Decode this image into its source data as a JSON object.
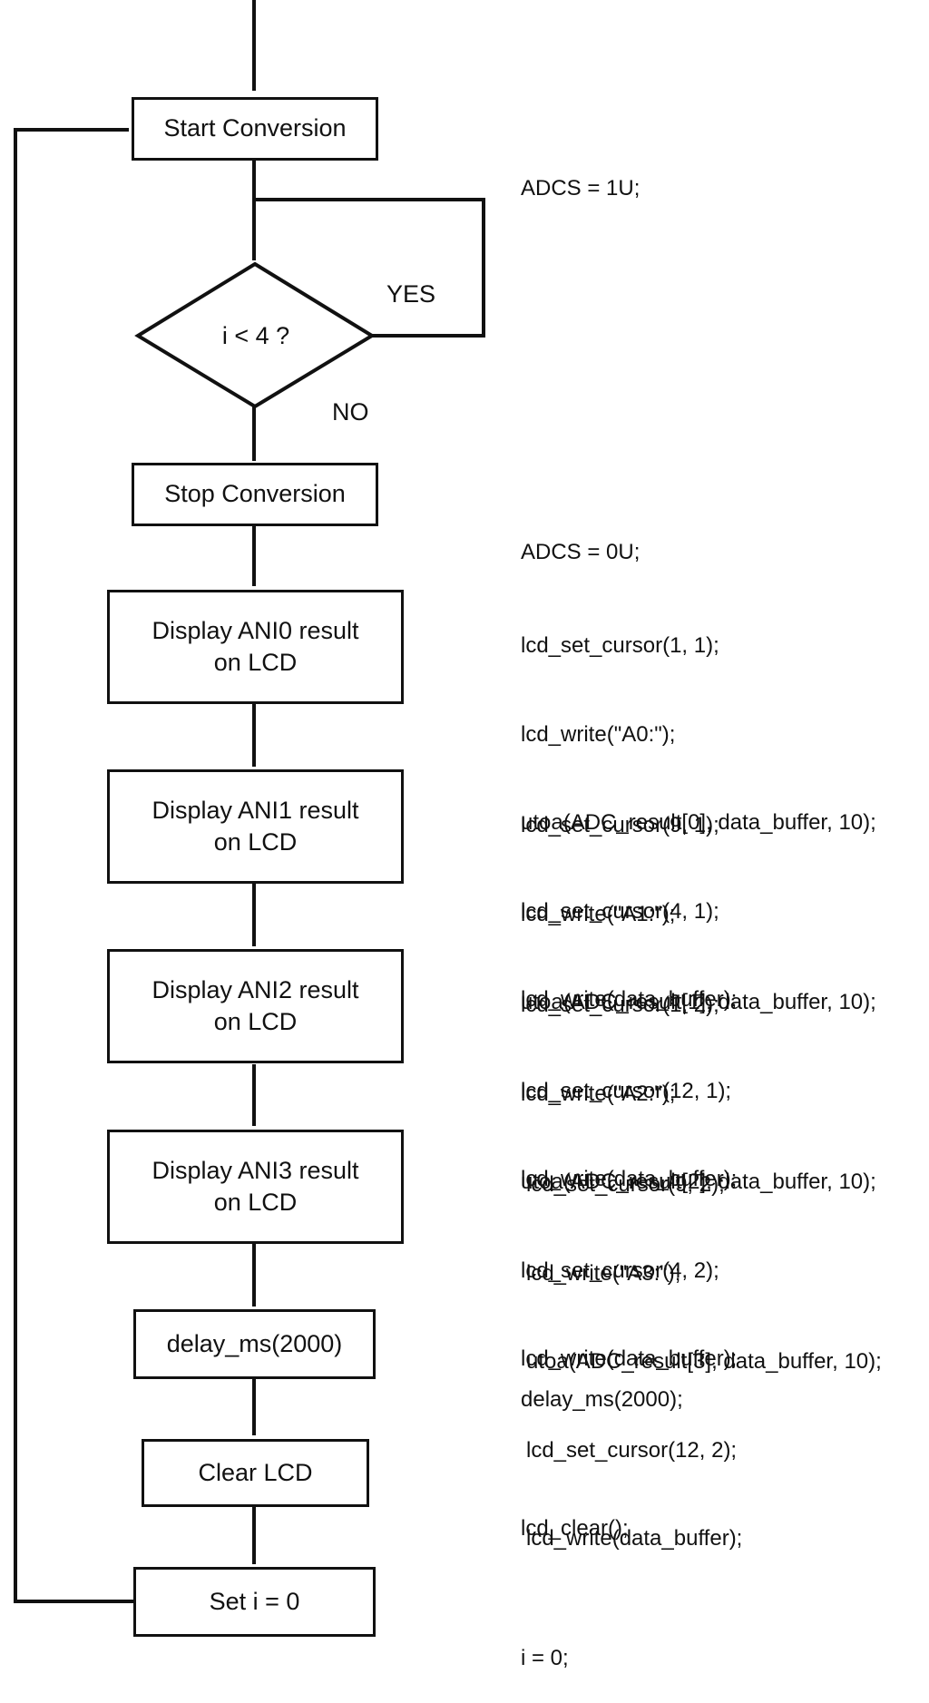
{
  "flowchart": {
    "nodes": {
      "start_conversion": "Start Conversion",
      "decision": "i < 4 ?",
      "stop_conversion": "Stop Conversion",
      "display_ani0": {
        "line1": "Display ANI0 result",
        "line2": "on LCD"
      },
      "display_ani1": {
        "line1": "Display ANI1 result",
        "line2": "on LCD"
      },
      "display_ani2": {
        "line1": "Display ANI2 result",
        "line2": "on LCD"
      },
      "display_ani3": {
        "line1": "Display ANI3 result",
        "line2": "on LCD"
      },
      "delay": "delay_ms(2000)",
      "clear_lcd": "Clear LCD",
      "set_i": "Set i = 0"
    },
    "edge_labels": {
      "yes": "YES",
      "no": "NO"
    }
  },
  "code": {
    "start": [
      "ADCS = 1U;"
    ],
    "stop": [
      "ADCS = 0U;"
    ],
    "ani0": [
      "lcd_set_cursor(1, 1);",
      "lcd_write(\"A0:\");",
      "utoa(ADC_result[0], data_buffer, 10);",
      "lcd_set_cursor(4, 1);",
      "lcd_write(data_buffer);"
    ],
    "ani1": [
      "lcd_set_cursor(9, 1);",
      "lcd_write(\"A1:\");",
      "utoa(ADC_result[1], data_buffer, 10);",
      "lcd_set_cursor(12, 1);",
      "lcd_write(data_buffer);"
    ],
    "ani2": [
      "lcd_set_cursor(1, 2);",
      "lcd_write(\"A2:\");",
      "utoa(ADC_result[2], data_buffer, 10);",
      "lcd_set_cursor(4, 2);",
      "lcd_write(data_buffer);"
    ],
    "ani3": [
      "lcd_set_cursor(9, 2);",
      "lcd_write(\"A3:\");",
      "utoa(ADC_result[3], data_buffer, 10);",
      "lcd_set_cursor(12, 2);",
      "lcd_write(data_buffer);"
    ],
    "delay": [
      "delay_ms(2000);"
    ],
    "clear": [
      "lcd_clear();"
    ],
    "set_i": [
      "i = 0;"
    ]
  }
}
